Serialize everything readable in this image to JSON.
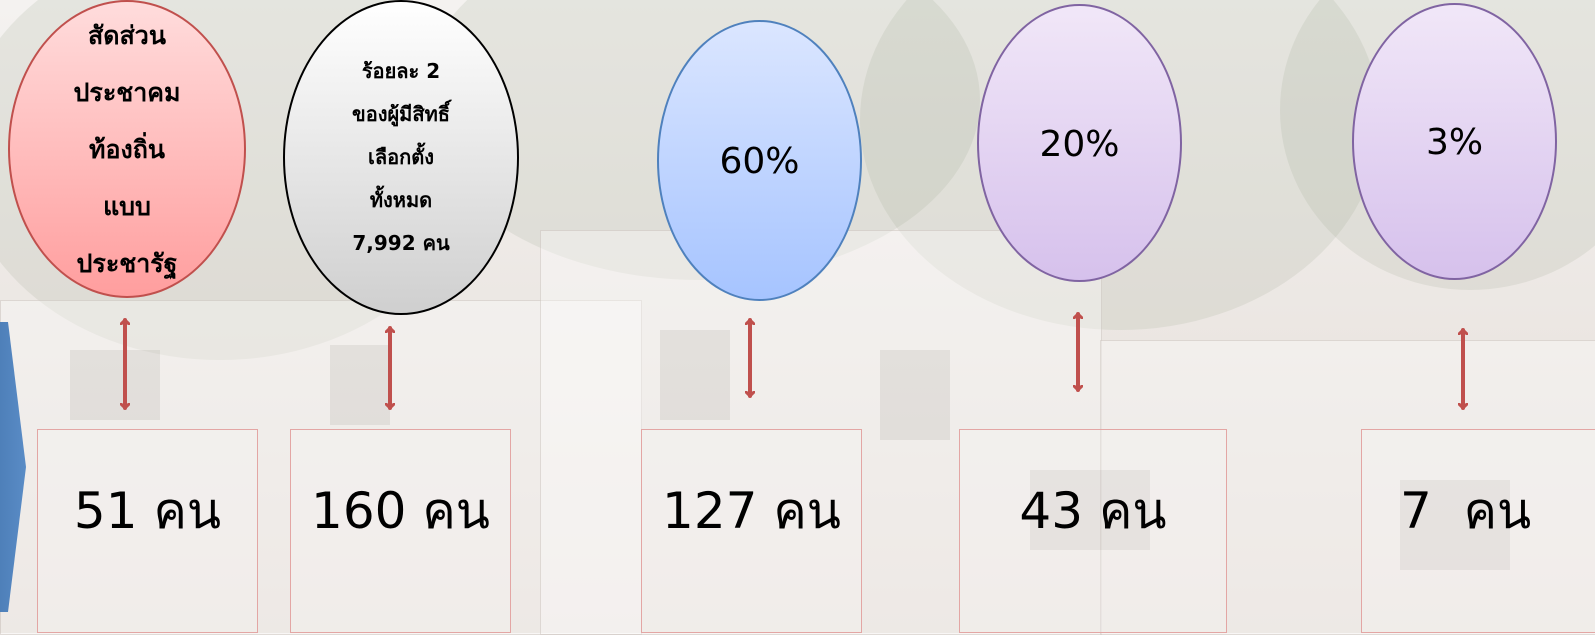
{
  "columns": [
    {
      "ellipse_text": "สัดส่วน\nประชาคม\nท้องถิ่น\nแบบ\nประชารัฐ",
      "box_value": "51 คน"
    },
    {
      "ellipse_text": "ร้อยละ 2\nของผู้มีสิทธิ์\nเลือกตั้ง\nทั้งหมด\n7,992 คน",
      "box_value": "160 คน"
    },
    {
      "ellipse_text": "60%",
      "box_value": "127 คน"
    },
    {
      "ellipse_text": "20%",
      "box_value": "43 คน"
    },
    {
      "ellipse_text": "3%",
      "box_value": "7  คน"
    }
  ],
  "colors": {
    "arrow": "#c0504d",
    "red_ellipse": "#ff9e9e",
    "gray_ellipse": "#cfcfcf",
    "blue_ellipse": "#a6c4ff",
    "purple_ellipse": "#d6c1ec",
    "side_arrow": "#4a7ab5",
    "box_border": "#e3a6a4"
  }
}
